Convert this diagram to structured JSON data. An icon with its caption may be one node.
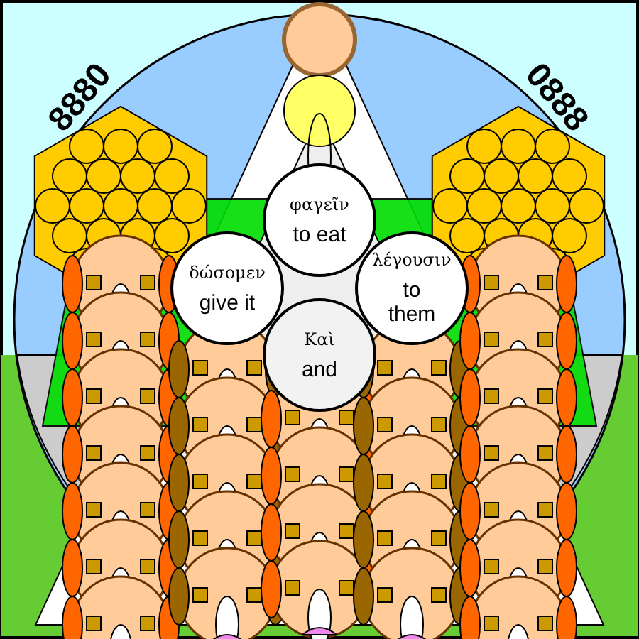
{
  "diagram": {
    "nodes": [
      {
        "text": [
          "φαγεῖν",
          "to eat"
        ]
      },
      {
        "text": [
          "δώσομεν",
          "give it"
        ]
      },
      {
        "text": [
          "λέγουσιν",
          "to them"
        ]
      },
      {
        "text": [
          "Καὶ",
          "and"
        ]
      }
    ],
    "labels": [
      "8880",
      "0888"
    ]
  }
}
